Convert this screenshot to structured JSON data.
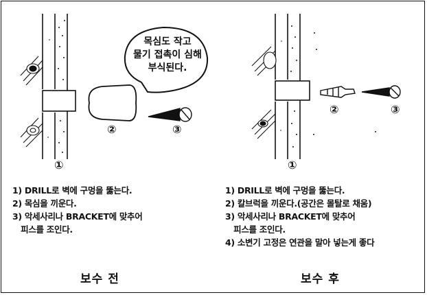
{
  "before": {
    "bubble_lines": [
      "목심도 작고",
      "물기 접촉이 심해",
      "부식된다."
    ],
    "markers": {
      "wall": "①",
      "plug": "②",
      "screw": "③"
    },
    "steps": [
      "1) DRILL로 벽에 구멍을 뚫는다.",
      "2) 목심을 끼운다.",
      "3) 악세사리나 BRACKET에 맞추어",
      "   피스를 조인다."
    ],
    "caption": "보수 전"
  },
  "after": {
    "markers": {
      "wall": "①",
      "plug": "②",
      "screw": "③"
    },
    "steps": [
      "1) DRILL로 벽에 구멍을 뚫는다.",
      "2) 칼브럭을 끼운다.(공간은 몰탈로 채움)",
      "3) 악세사리나 BRACKET에 맞추어",
      "   피스를 조인다.",
      "4) 소변기 고정은 연관을 말아 넣는게 좋다"
    ],
    "caption": "보수 후"
  }
}
